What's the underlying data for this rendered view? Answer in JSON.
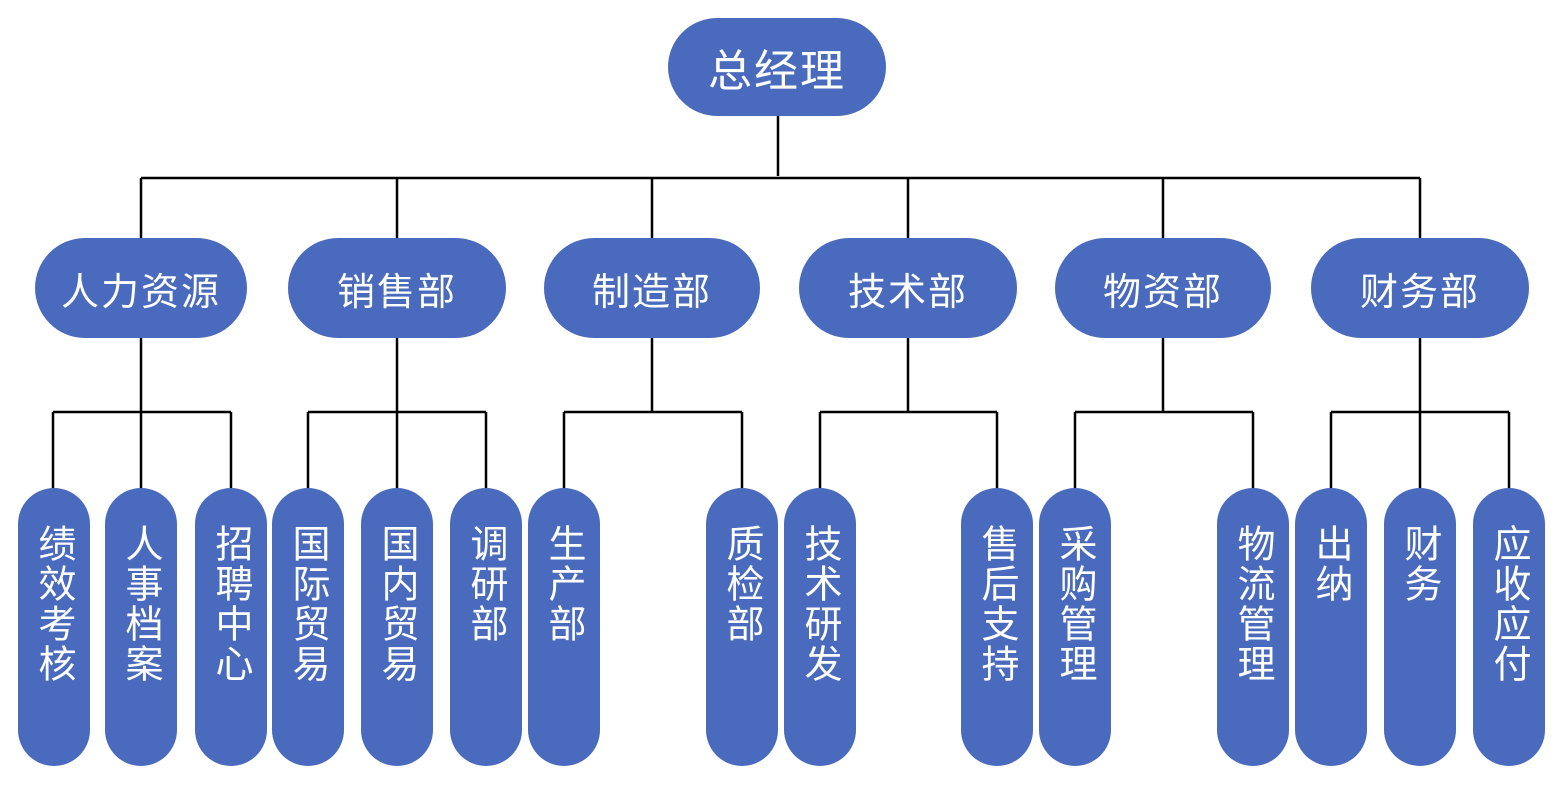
{
  "root": {
    "label": "总经理"
  },
  "departments": [
    {
      "label": "人力资源",
      "children": [
        "绩效考核",
        "人事档案",
        "招聘中心"
      ]
    },
    {
      "label": "销售部",
      "children": [
        "国际贸易",
        "国内贸易",
        "调研部"
      ]
    },
    {
      "label": "制造部",
      "children": [
        "生产部",
        "质检部"
      ]
    },
    {
      "label": "技术部",
      "children": [
        "技术研发",
        "售后支持"
      ]
    },
    {
      "label": "物资部",
      "children": [
        "采购管理",
        "物流管理"
      ]
    },
    {
      "label": "财务部",
      "children": [
        "出纳",
        "财务",
        "应收应付"
      ]
    }
  ],
  "colors": {
    "node_fill": "#4a6bbd",
    "node_text": "#ffffff",
    "connector": "#000000"
  }
}
